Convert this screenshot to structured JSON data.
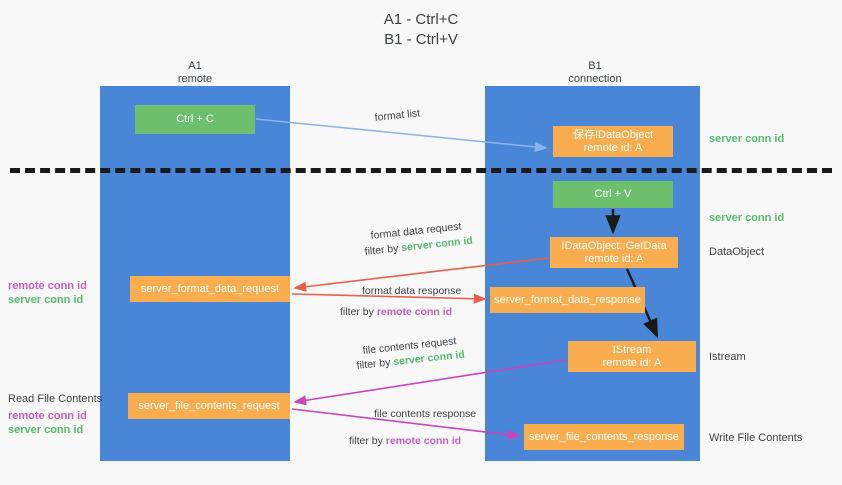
{
  "title": "A1 - Ctrl+C\nB1 - Ctrl+V",
  "colors": {
    "background": "#f8f8f8",
    "lane": "#4a86d8",
    "green_node": "#6cbf6c",
    "orange_node": "#f9ad4e",
    "server_conn_id": "#57bb6e",
    "remote_conn_id": "#c45ec4",
    "divider": "#1a1a1a",
    "text": "#3c4043",
    "arrow_format_list": "#8ab4e8",
    "arrow_format_data": "#e8604c",
    "arrow_file_contents": "#cc44bb",
    "arrow_internal": "#1a1a1a"
  },
  "columns": [
    {
      "id": "a1",
      "name": "A1",
      "sub": "remote",
      "header": "A1\nremote"
    },
    {
      "id": "b1",
      "name": "B1",
      "sub": "connection",
      "header": "B1\nconnection"
    }
  ],
  "nodes": {
    "ctrl_c": "Ctrl + C",
    "save_dataobject": "保存IDataObject\nremote id: A",
    "ctrl_v": "Ctrl + V",
    "getdata": "IDataObject::GetData\nremote id: A",
    "istream": "IStream\nremote id: A",
    "server_format_data_request": "server_format_data_request",
    "server_format_data_response": "server_format_data_response",
    "server_file_contents_request": "server_file_contents_request",
    "server_file_contents_response": "server_file_contents_response"
  },
  "side_labels": {
    "server_conn_id_top": "server conn id",
    "server_conn_id_mid": "server conn id",
    "dataobject": "DataObject",
    "istream": "Istream",
    "write_file_contents": "Write File Contents"
  },
  "left_labels": {
    "block1": {
      "remote": "remote conn id",
      "server": "server conn id"
    },
    "block2": {
      "title": "Read File Contents",
      "remote": "remote conn id",
      "server": "server conn id"
    }
  },
  "captions": {
    "format_list": "format list",
    "format_data_request": "format data request",
    "format_data_request_filter_prefix": "filter by ",
    "format_data_request_filter_value": "server conn id",
    "format_data_response": "format data response",
    "format_data_response_filter_prefix": "filter by ",
    "format_data_response_filter_value": "remote conn id",
    "file_contents_request": "file contents request",
    "file_contents_request_filter_prefix": "filter by ",
    "file_contents_request_filter_value": "server conn id",
    "file_contents_response": "file contents response",
    "file_contents_response_filter_prefix": "filter by ",
    "file_contents_response_filter_value": "remote conn id"
  }
}
